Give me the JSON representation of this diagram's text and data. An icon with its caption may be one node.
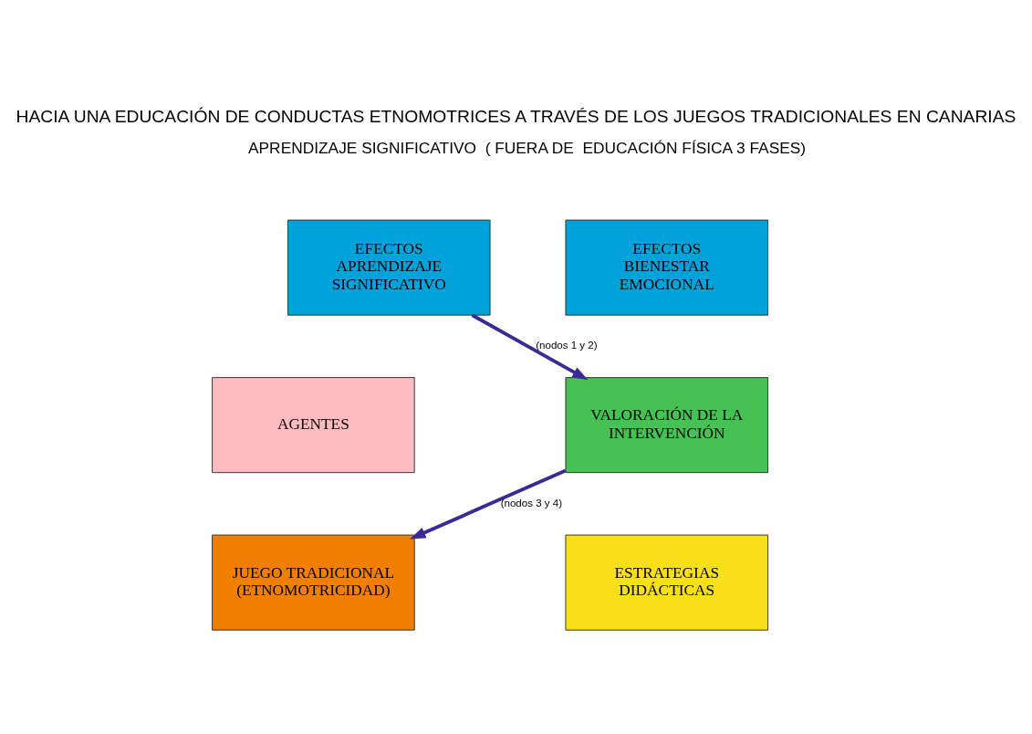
{
  "diagram": {
    "title": "HACIA UNA EDUCACIÓN DE CONDUCTAS ETNOMOTRICES A TRAVÉS DE LOS JUEGOS TRADICIONALES EN CANARIAS",
    "nodes": [
      {
        "text": [
          "EFECTOS",
          "APRENDIZAJE SIGNIFICATIVO"
        ]
      },
      {
        "text": [
          "EFECTOS",
          "BIENESTAR EMOCIONAL"
        ]
      },
      {
        "text": [
          "AGENTES"
        ]
      },
      {
        "text": [
          "VALORACIÓN DE LA INTERVENCIÓN"
        ]
      },
      {
        "text": [
          "JUEGO TRADICIONAL (ETNOMOTRICIDAD)"
        ]
      },
      {
        "text": [
          "ESTRATEGIAS DIDÁCTICAS"
        ]
      }
    ],
    "edges": [
      {
        "from": 0,
        "to": 3,
        "arrow": "to",
        "label": "(nodos 1 y 2)"
      },
      {
        "from": 3,
        "to": 4,
        "arrow": "to",
        "label": "(nodos 3 y 4)"
      }
    ],
    "labels": [
      "APRENDIZAJE SIGNIFICATIVO  ( FUERA DE  EDUCACIÓN FÍSICA 3 FASES)"
    ]
  }
}
